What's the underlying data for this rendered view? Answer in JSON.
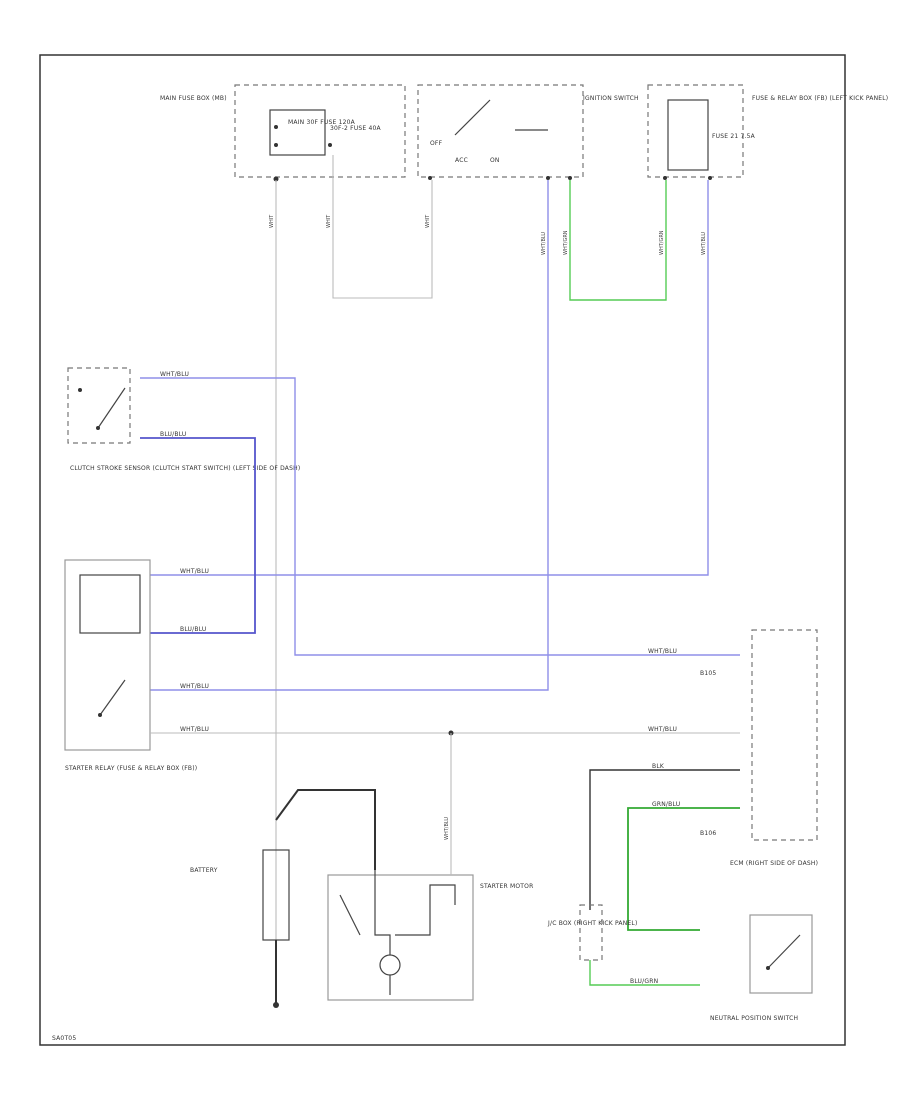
{
  "components": {
    "main_fuse_box": "MAIN FUSE BOX (MB)",
    "main_fuse": "MAIN 30F FUSE 120A",
    "sw_fuse": "30F-2 FUSE 40A",
    "ignition_switch": "IGNITION SWITCH",
    "ign_off": "OFF",
    "ign_acc": "ACC",
    "ign_on": "ON",
    "fuse_relay_box": "FUSE & RELAY BOX (FB) (LEFT KICK PANEL)",
    "fuse_21": "FUSE 21 7.5A",
    "clutch_sensor": "CLUTCH STROKE SENSOR (CLUTCH START SWITCH) (LEFT SIDE OF DASH)",
    "starter_relay": "STARTER RELAY (FUSE & RELAY BOX (FB))",
    "battery": "BATTERY",
    "starter_motor": "STARTER MOTOR",
    "ecm": "ECM (RIGHT SIDE OF DASH)",
    "jc_box": "J/C BOX (RIGHT KICK PANEL)",
    "neutral_switch": "NEUTRAL POSITION SWITCH",
    "ecm_pin_b105": "B105",
    "ecm_pin_b106": "B106",
    "footer_code": "SA0T05"
  },
  "wire_labels": {
    "whit": "WHIT",
    "wht_blu": "WHT/BLU",
    "wht_grn": "WHT/GRN",
    "blk": "BLK",
    "grn_blu": "GRN/BLU",
    "blu_grn": "BLU/GRN",
    "blu_blu": "BLU/BLU"
  },
  "colors": {
    "wire_blue": "#8f8fe8",
    "wire_green": "#55cc55",
    "wire_black": "#333333",
    "box_border": "#777777"
  }
}
